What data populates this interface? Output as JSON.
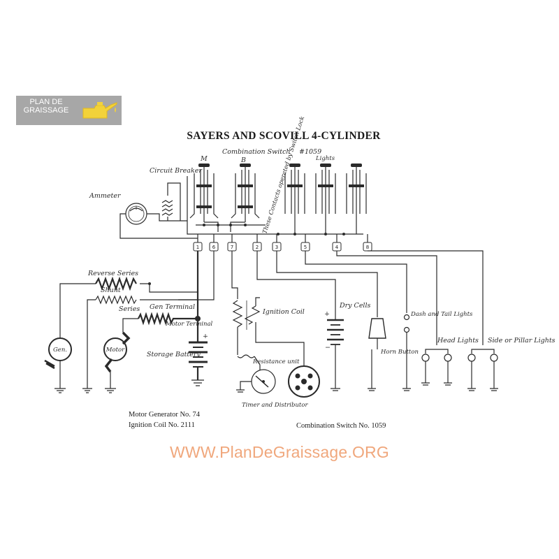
{
  "logo": {
    "text": "PLAN DE GRAISSAGE",
    "icon": "oil-can-icon"
  },
  "diagram": {
    "title": "SAYERS AND SCOVILL 4-CYLINDER",
    "switch_label": "Combination Switch",
    "switch_number": "#1059",
    "lights_label": "Lights",
    "key_m": "M",
    "key_b": "B",
    "contacts_note": "These Contacts operated by Switch Lock",
    "labels": {
      "ammeter": "Ammeter",
      "circuit_breaker": "Circuit Breaker",
      "reverse_series": "Reverse Series",
      "shunt": "Shunt",
      "series": "Series",
      "gen_terminal": "Gen Terminal",
      "motor_terminal": "Motor Terminal",
      "gen": "Gen.",
      "motor": "Motor",
      "storage_battery": "Storage Battery",
      "ignition_coil": "Ignition Coil",
      "resistance_unit": "Resistance unit",
      "timer_distributor": "Timer and Distributor",
      "dry_cells": "Dry Cells",
      "horn_button": "Horn Button",
      "dash_tail": "Dash and Tail Lights",
      "head_lights": "Head Lights",
      "side_pillar": "Side or Pillar Lights"
    },
    "terminals": [
      "1",
      "6",
      "7",
      "2",
      "3",
      "5",
      "4",
      "8"
    ],
    "captions": {
      "motor_generator": "Motor Generator No. 74",
      "ignition_coil_no": "Ignition Coil No. 2111",
      "combination_switch_no": "Combination Switch No. 1059"
    }
  },
  "footer": "WWW.PlanDeGraissage.ORG",
  "colors": {
    "logo_bg": "#a7a7a7",
    "footer": "#f0a77c",
    "ink": "#2a2a2a"
  }
}
